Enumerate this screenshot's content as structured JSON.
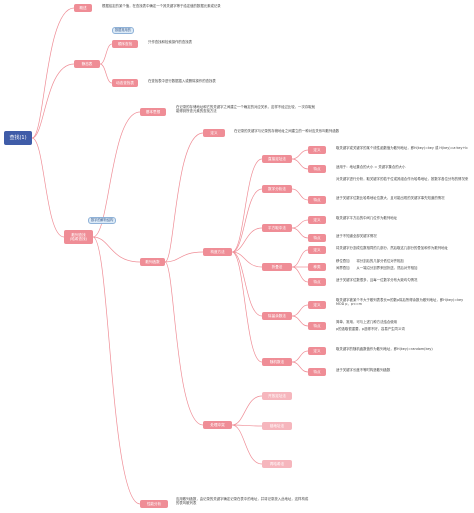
{
  "root": "查找(1)",
  "nodes": {
    "n_summary": "概述",
    "n_summary_text": "根据给定的某个值，在查找表中确定一个其关键字等于给定值的数据元素或记录",
    "n_static": "静态表",
    "n_static_tag": "数据常用的",
    "n_seq": "顺序查找",
    "n_seq_text": "只作查找和检索操作的查找表",
    "n_dyn": "动态查找表",
    "n_dyn_text": "在查找表中进行数据插入或删除操作的查找表",
    "n_hash": "散列查找\n(哈希查找)",
    "n_hash_tag": "数字的解析结构",
    "n_basic": "基本思想",
    "n_basic_text": "在记录的存储地址和它的关键字之间建立一个确定的对应关系，这样不经过比较，一次存取就能得到所查元素的查找方法",
    "n_func": "散列函数",
    "n_def": "定义",
    "n_def_text": "在记录的关键字与记录的存储地址之间建立的一种对应关系叫散列函数",
    "n_construct": "构造方法",
    "n_direct": "直接定址法",
    "n_direct_def": "定义",
    "n_direct_def_text": "取关键字或关键字的某个线性函数值为散列地址，即H(key)=key 或 H(key)=a·key+b",
    "n_direct_feat": "特点",
    "n_direct_feat_text": "适用于：地址集合的大小 = 关键字集合的大小",
    "n_digit": "数字分析法",
    "n_digit_text1": "对关键字进行分析，取关键字的若干位或其组合作为哈希地址，按数字各位分布的情况来",
    "n_digit_feat": "特点",
    "n_digit_text2": "适于关键字位数比哈希地址位数大，且可能出现的关键字事先知道的情况",
    "n_square": "平方取中法",
    "n_square_def": "定义",
    "n_square_def_text": "取关键字平方后的中间几位作为散列地址",
    "n_square_feat": "特点",
    "n_square_feat_text": "适于不知道全部关键字情况",
    "n_fold": "折叠法",
    "n_fold_def": "定义",
    "n_fold_def_text": "将关键字分割成位数相同的几部分，然后取这几部分的叠加和作为散列地址",
    "n_fold_kind": "种类",
    "n_fold_kind1": "移位叠加　　将分割后的几部分低位对齐相加",
    "n_fold_kind2": "间界叠加　　从一端沿分割界来回折送，然后对齐相加",
    "n_fold_feat": "特点",
    "n_fold_feat_text": "适于关键字位数很多，且每一位数字分布大致均匀情况",
    "n_mod": "除留余数法",
    "n_mod_def": "定义",
    "n_mod_def_text": "取关键字被某个不大于散列表表长m的数p除后所得余数为散列地址，即H(key)=key MOD p，p<=m",
    "n_mod_feat": "特点",
    "n_mod_feat_text1": "简单、常用，可与上述几种方法结合使用",
    "n_mod_feat_text2": "p的选取很重要，p选得不好，容易产生同义词",
    "n_rand": "随机数法",
    "n_rand_def": "定义",
    "n_rand_def_text": "取关键字的随机函数值作为散列地址，即H(key)=random(key)",
    "n_rand_feat": "特点",
    "n_rand_feat_text": "适于关键字长度不等时构造散列函数",
    "n_collision": "处理冲突",
    "n_open": "开放定址法",
    "n_chain": "链地址法",
    "n_rehash": "再哈希法",
    "n_perf": "性能分析",
    "n_perf_text": "应用散列函数，由记录的关键字确定记录在表中的地址，并将记录放入此地址，这样构成的表叫散列表"
  }
}
